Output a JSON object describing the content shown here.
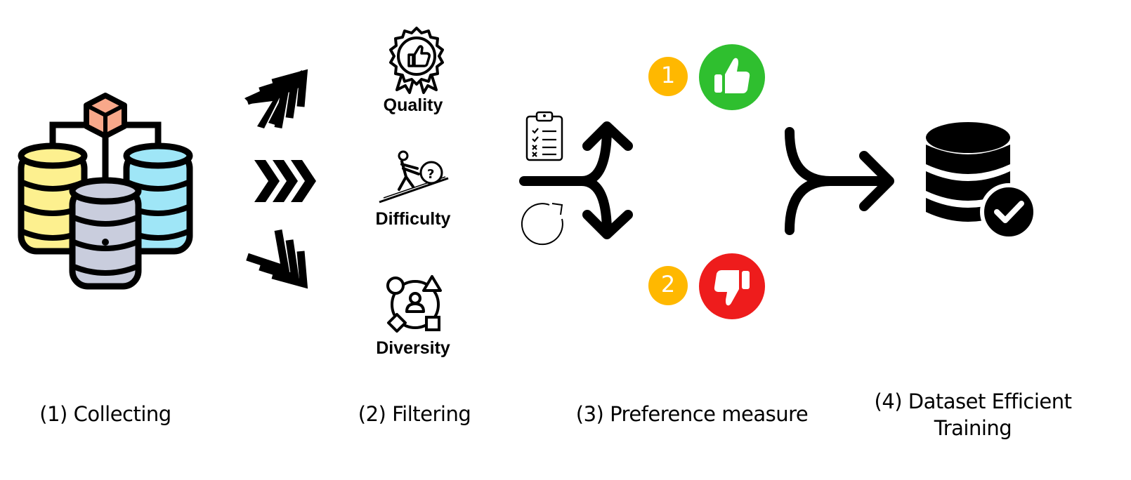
{
  "stages": [
    {
      "label": "(1) Collecting"
    },
    {
      "label": "(2) Filtering"
    },
    {
      "label": "(3) Preference measure"
    },
    {
      "label": "(4) Dataset Efficient Training"
    }
  ],
  "filters": [
    {
      "label": "Quality",
      "icon": "quality-badge-icon"
    },
    {
      "label": "Difficulty",
      "icon": "difficulty-push-boulder-icon"
    },
    {
      "label": "Diversity",
      "icon": "diversity-shapes-icon"
    }
  ],
  "preference": {
    "ranks": [
      {
        "number": "1",
        "icon": "thumbs-up-icon",
        "color": "#2fbf2f"
      },
      {
        "number": "2",
        "icon": "thumbs-down-icon",
        "color": "#ee1c1c"
      }
    ],
    "rank_badge_color": "#ffb800",
    "side_icons": [
      "checklist-icon",
      "refresh-icon"
    ]
  },
  "colors": {
    "db_yellow": "#fdf08f",
    "db_blue": "#9fe6f7",
    "db_gray": "#c9cddd",
    "cube_orange": "#f8a88a",
    "ink": "#000000"
  }
}
